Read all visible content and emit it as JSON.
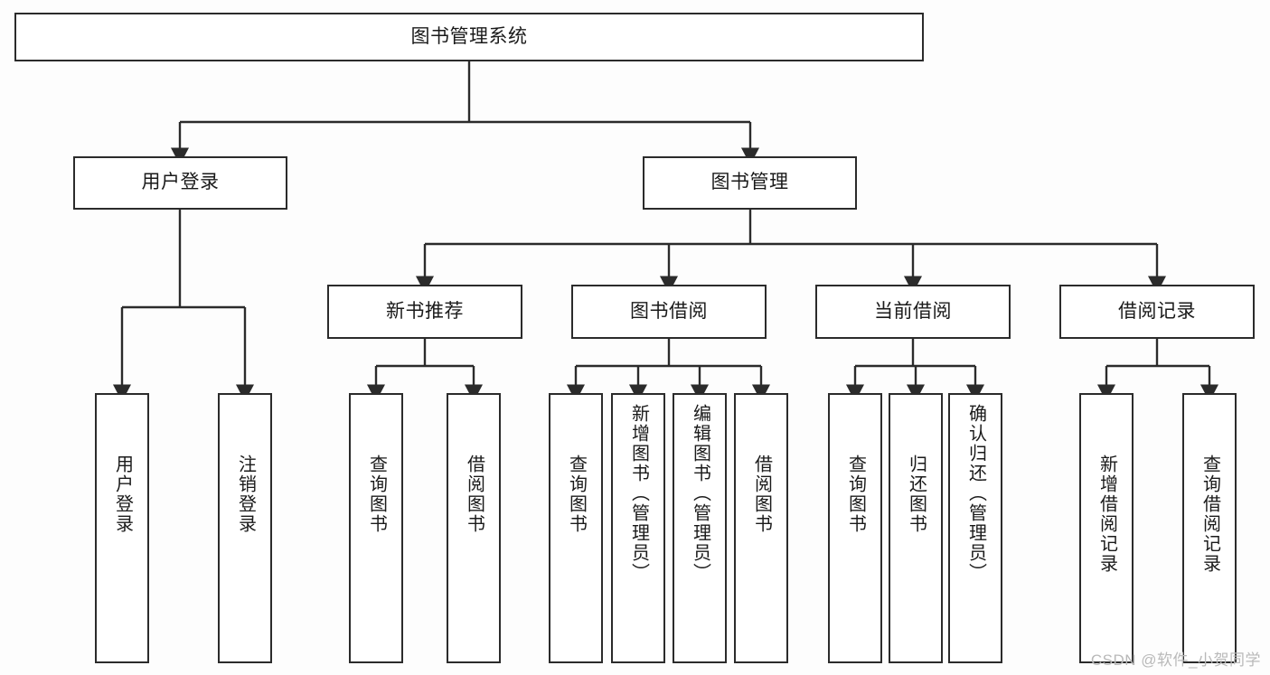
{
  "diagram": {
    "type": "tree",
    "title": "图书管理系统",
    "root": {
      "label": "图书管理系统"
    },
    "level2": [
      {
        "label": "用户登录"
      },
      {
        "label": "图书管理"
      }
    ],
    "level3": [
      {
        "label": "新书推荐"
      },
      {
        "label": "图书借阅"
      },
      {
        "label": "当前借阅"
      },
      {
        "label": "借阅记录"
      }
    ],
    "leaves": {
      "user_login": [
        {
          "label": "用户登录"
        },
        {
          "label": "注销登录"
        }
      ],
      "new_book_recommend": [
        {
          "label": "查询图书"
        },
        {
          "label": "借阅图书"
        }
      ],
      "book_borrow": [
        {
          "label": "查询图书"
        },
        {
          "label": "新增图书（管理员）"
        },
        {
          "label": "编辑图书（管理员）"
        },
        {
          "label": "借阅图书"
        }
      ],
      "current_borrow": [
        {
          "label": "查询图书"
        },
        {
          "label": "归还图书"
        },
        {
          "label": "确认归还（管理员）"
        }
      ],
      "borrow_record": [
        {
          "label": "新增借阅记录"
        },
        {
          "label": "查询借阅记录"
        }
      ]
    },
    "colors": {
      "stroke": "#2b2b2b",
      "fill": "#ffffff",
      "text": "#1a1a1a",
      "watermark": "#b9b9b9"
    }
  },
  "watermark": {
    "text": "CSDN @软件_小贺同学"
  }
}
